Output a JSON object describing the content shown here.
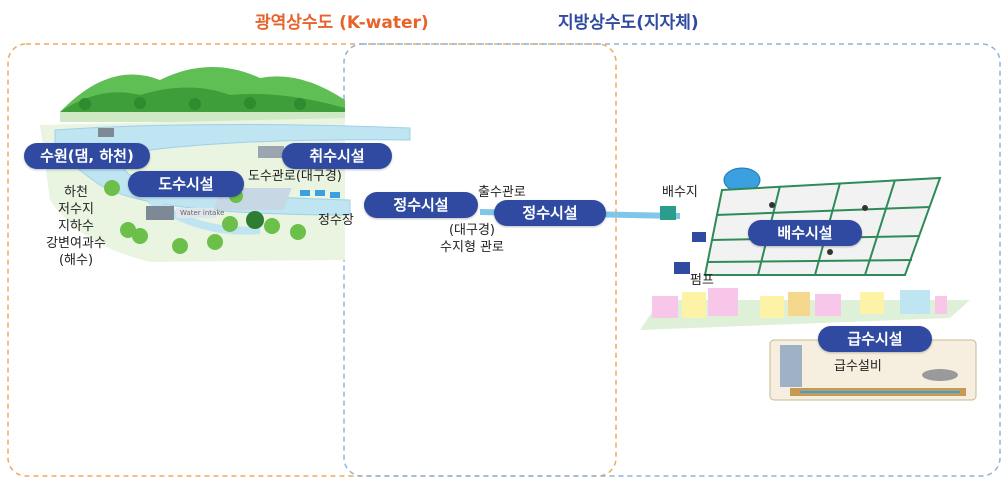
{
  "headers": {
    "left": "광역상수도 (K-water)",
    "right": "지방상수도(지자체)"
  },
  "colors": {
    "left_header": "#e8622c",
    "right_header": "#2f4aa0",
    "left_border": "#f0a860",
    "right_border": "#8fb3d9",
    "pill_bg": "#2f4aa0",
    "water": "#bfe4f2",
    "mountain": "#4caf50",
    "tank": "#3aa0e0",
    "pipe_grid": "#2e8b57"
  },
  "pills": {
    "source": "수원(댐, 하천)",
    "intake": "취수시설",
    "conveyance": "도수시설",
    "purification_1": "정수시설",
    "purification_2": "정수시설",
    "distribution": "배수시설",
    "supply": "급수시설"
  },
  "labels": {
    "source_types": [
      "하천",
      "저수지",
      "지하수",
      "강변여과수",
      "(해수)"
    ],
    "conveyance_pipe": "도수관로(대구경)",
    "purification_plant": "정수장",
    "outflow_pipe": "출수관로",
    "large_pipe": [
      "(대구경)",
      "수지형 관로"
    ],
    "reservoir": "배수지",
    "pump": "펌프",
    "supply_equipment": "급수설비",
    "intake_sign": "Water intake"
  }
}
